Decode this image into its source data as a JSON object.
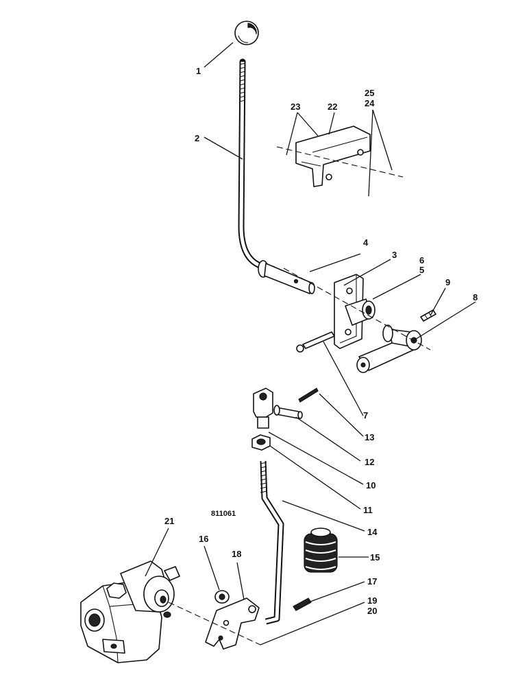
{
  "drawing_number": "811061",
  "callouts": {
    "c1": "1",
    "c2": "2",
    "c3": "3",
    "c4": "4",
    "c5": "5",
    "c6": "6",
    "c7": "7",
    "c8": "8",
    "c9": "9",
    "c10": "10",
    "c11": "11",
    "c12": "12",
    "c13": "13",
    "c14": "14",
    "c15": "15",
    "c16": "16",
    "c17": "17",
    "c18": "18",
    "c19": "19",
    "c20": "20",
    "c21": "21",
    "c22": "22",
    "c23": "23",
    "c24": "24",
    "c25": "25"
  }
}
